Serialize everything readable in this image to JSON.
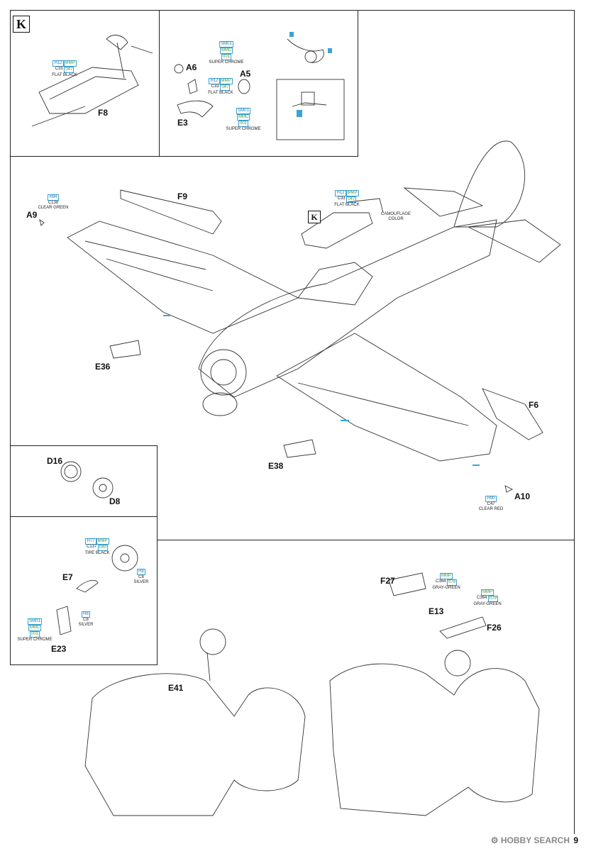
{
  "step_k": {
    "badge": "K",
    "f8": {
      "label": "F8",
      "paint": {
        "code": "H12",
        "mmp": "MMP",
        "brand": "C33",
        "num": "047",
        "name": "FLAT BLACK"
      }
    },
    "a6": {
      "label": "A6"
    },
    "a5": {
      "label": "A5"
    },
    "e3": {
      "label": "E3"
    },
    "paint_sm01_top": {
      "code": "SM01",
      "brand": "MMC",
      "num": "001",
      "name": "SUPER CHROME"
    },
    "paint_h12_mid": {
      "code": "H12",
      "mmp": "MMP",
      "brand": "C33",
      "num": "047",
      "name": "FLAT BLACK"
    },
    "paint_sm01_bot": {
      "code": "SM01",
      "brand": "MMC",
      "num": "001",
      "name": "SUPER CHROME"
    }
  },
  "main": {
    "a9": {
      "label": "A9",
      "paint": {
        "code": "H94",
        "brand": "C138",
        "name": "CLEAR GREEN"
      }
    },
    "f9": {
      "label": "F9"
    },
    "k_badge": "K",
    "cockpit_paint": {
      "code": "H12",
      "mmp": "MMP",
      "brand": "C33",
      "num": "047",
      "name": "FLAT BLACK"
    },
    "camo_note": "CAMOUFLAGE COLOR",
    "e36": {
      "label": "E36"
    },
    "f6": {
      "label": "F6"
    },
    "e38": {
      "label": "E38"
    },
    "a10": {
      "label": "A10",
      "paint": {
        "code": "H90",
        "brand": "C47",
        "name": "CLEAR RED"
      }
    }
  },
  "gear_left": {
    "d16": {
      "label": "D16"
    },
    "d8": {
      "label": "D8"
    },
    "tire": {
      "code": "H77",
      "mmp": "MMP",
      "brand": "C137",
      "num": "040",
      "name": "TIRE BLACK"
    },
    "silver_a": {
      "code": "H8",
      "brand": "C8",
      "name": "SILVER"
    },
    "e7": {
      "label": "E7"
    },
    "silver_b": {
      "code": "H8",
      "brand": "C8",
      "name": "SILVER"
    },
    "chrome": {
      "code": "SM01",
      "brand": "MMC",
      "num": "001",
      "name": "SUPER CHROME"
    },
    "e23": {
      "label": "E23"
    },
    "e41": {
      "label": "E41"
    }
  },
  "gear_right": {
    "f27": {
      "label": "F27"
    },
    "gg1": {
      "mmp": "MMP",
      "brand": "C364",
      "num": "079",
      "name": "GRAY-GREEN"
    },
    "gg2": {
      "mmp": "MMP",
      "brand": "C364",
      "num": "079",
      "name": "GRAY-GREEN"
    },
    "e13": {
      "label": "E13"
    },
    "f26": {
      "label": "F26"
    }
  },
  "footer": {
    "page": "9",
    "watermark": "HOBBY SEARCH"
  },
  "colors": {
    "accent_blue": "#3aa3d8",
    "accent_green": "#3c9a3c",
    "line": "#222222"
  }
}
